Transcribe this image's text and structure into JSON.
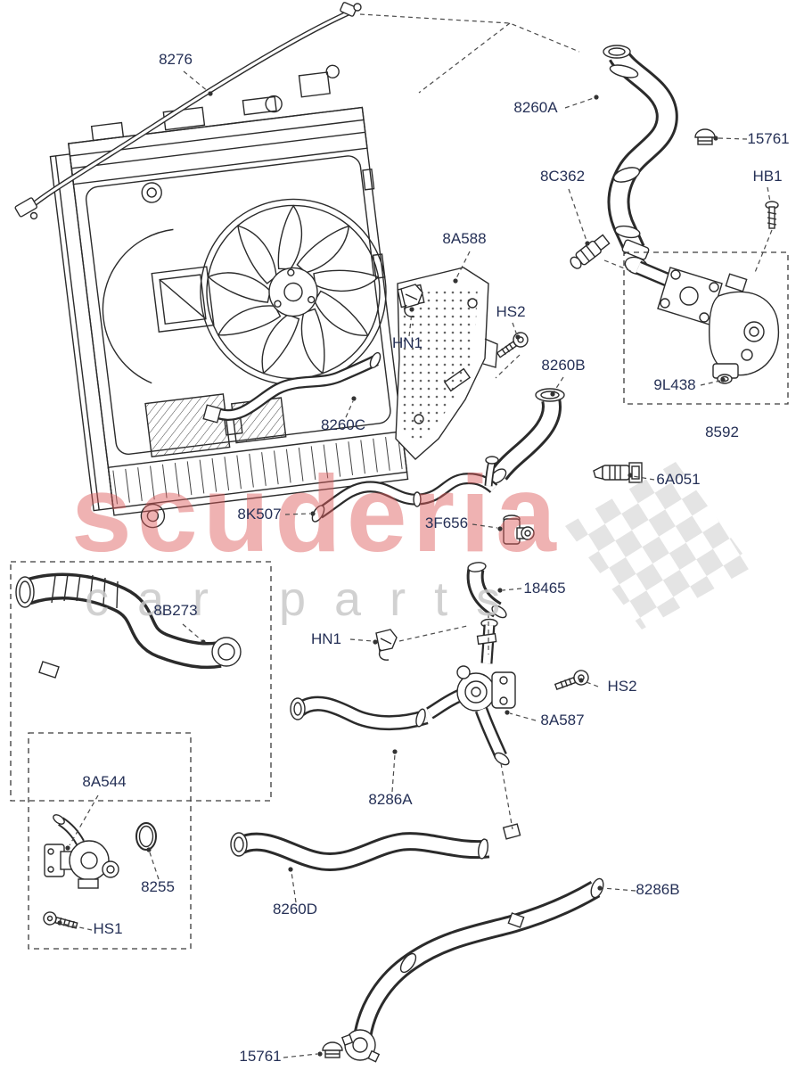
{
  "watermark": {
    "line1": "scuderia",
    "line2": "car parts"
  },
  "colors": {
    "ink": "#2b2b2b",
    "label_text": "#253056",
    "watermark_red": "#dd5f5f",
    "watermark_gray": "#c9c9c9",
    "checker_gray": "#c8c8c8",
    "background": "#ffffff"
  },
  "labels": [
    {
      "text": "8276"
    },
    {
      "text": "8260A"
    },
    {
      "text": "15761"
    },
    {
      "text": "8C362"
    },
    {
      "text": "HB1"
    },
    {
      "text": "8A588"
    },
    {
      "text": "HS2"
    },
    {
      "text": "HN1"
    },
    {
      "text": "8260B"
    },
    {
      "text": "9L438"
    },
    {
      "text": "8260C"
    },
    {
      "text": "8592"
    },
    {
      "text": "6A051"
    },
    {
      "text": "8K507"
    },
    {
      "text": "3F656"
    },
    {
      "text": "18465"
    },
    {
      "text": "8B273"
    },
    {
      "text": "HN1"
    },
    {
      "text": "HS2"
    },
    {
      "text": "8A587"
    },
    {
      "text": "8286A"
    },
    {
      "text": "8A544"
    },
    {
      "text": "8255"
    },
    {
      "text": "8260D"
    },
    {
      "text": "HS1"
    },
    {
      "text": "8286B"
    },
    {
      "text": "15761"
    }
  ]
}
